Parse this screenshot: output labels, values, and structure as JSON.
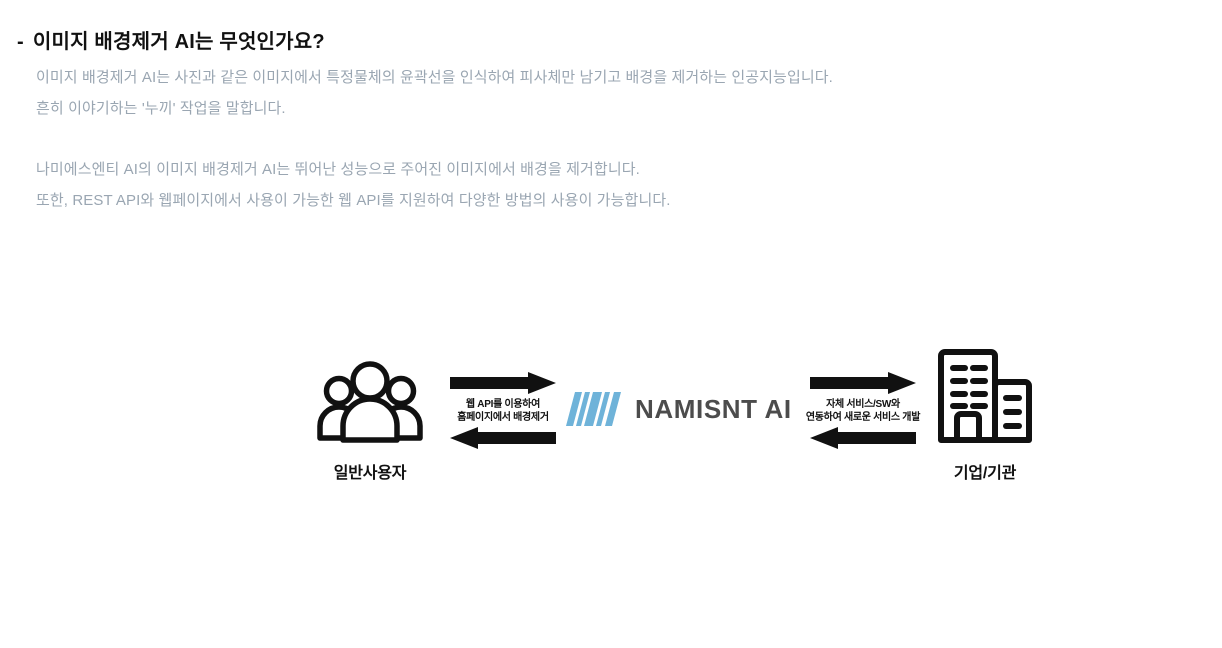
{
  "heading": {
    "dash": "-",
    "title": "이미지 배경제거 AI는 무엇인가요?"
  },
  "body": {
    "paragraph1": [
      "이미지 배경제거 AI는 사진과 같은 이미지에서 특정물체의 윤곽선을 인식하여 피사체만 남기고 배경을 제거하는 인공지능입니다.",
      "흔히 이야기하는 '누끼' 작업을 말합니다."
    ],
    "paragraph2": [
      "나미에스엔티 AI의 이미지 배경제거 AI는 뛰어난 성능으로 주어진 이미지에서 배경을 제거합니다.",
      "또한, REST API와 웹페이지에서 사용이 가능한 웹 API를 지원하여 다양한 방법의 사용이 가능합니다."
    ]
  },
  "diagram": {
    "users_node": {
      "icon": "users-group-icon",
      "label": "일반사용자"
    },
    "company_node": {
      "icon": "office-building-icon",
      "label": "기업/기관"
    },
    "left_flow": {
      "top_arrow": "arrow-right-icon",
      "bottom_arrow": "arrow-left-icon",
      "caption_line1": "웹 API를 이용하여",
      "caption_line2": "홈페이지에서 배경제거"
    },
    "right_flow": {
      "top_arrow": "arrow-right-icon",
      "bottom_arrow": "arrow-left-icon",
      "caption_line1": "자체 서비스/SW와",
      "caption_line2": "연동하여 새로운 서비스 개발"
    },
    "logo": {
      "mark": "namisnt-logo-mark",
      "text": "NAMISNT AI"
    }
  },
  "colors": {
    "heading": "#111111",
    "body_text": "#9aa6b2",
    "logo_blue": "#6fb3d9",
    "logo_text": "#4c4c4c",
    "icon_black": "#111111",
    "background": "#ffffff"
  }
}
